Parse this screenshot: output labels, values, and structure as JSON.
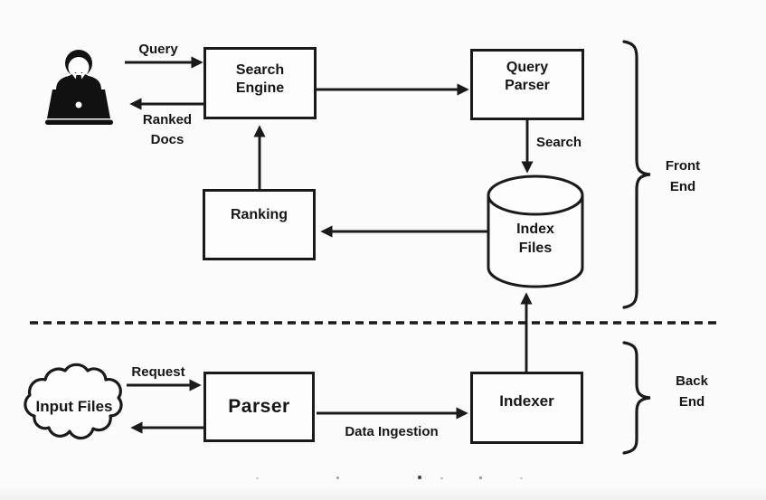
{
  "colors": {
    "ink": "#1a1a1a",
    "background": "#fbfbfb",
    "node_fill": "#fdfdfd"
  },
  "nodes": {
    "search_engine": {
      "line1": "Search",
      "line2": "Engine"
    },
    "query_parser": {
      "line1": "Query",
      "line2": "Parser"
    },
    "ranking": {
      "label": "Ranking"
    },
    "parser": {
      "label": "Parser"
    },
    "indexer": {
      "label": "Indexer"
    },
    "index_files": {
      "line1": "Index",
      "line2": "Files",
      "shape": "database-cylinder"
    },
    "input_files": {
      "label": "Input Files",
      "shape": "cloud"
    },
    "user": {
      "shape": "person-at-laptop"
    }
  },
  "edges": {
    "query": {
      "from": "user",
      "to": "search_engine",
      "label": "Query"
    },
    "ranked_docs": {
      "from": "search_engine",
      "to": "user",
      "line1": "Ranked",
      "line2": "Docs"
    },
    "se_to_qp": {
      "from": "search_engine",
      "to": "query_parser"
    },
    "search": {
      "from": "query_parser",
      "to": "index_files",
      "label": "Search"
    },
    "index_to_ranking": {
      "from": "index_files",
      "to": "ranking"
    },
    "ranking_to_se": {
      "from": "ranking",
      "to": "search_engine"
    },
    "request": {
      "from": "input_files",
      "to": "parser",
      "label": "Request"
    },
    "parser_to_input": {
      "from": "parser",
      "to": "input_files"
    },
    "data_ingestion": {
      "from": "parser",
      "to": "indexer",
      "label": "Data Ingestion"
    },
    "indexer_to_index": {
      "from": "indexer",
      "to": "index_files"
    }
  },
  "sections": {
    "front_end": {
      "line1": "Front",
      "line2": "End"
    },
    "back_end": {
      "line1": "Back",
      "line2": "End"
    }
  }
}
